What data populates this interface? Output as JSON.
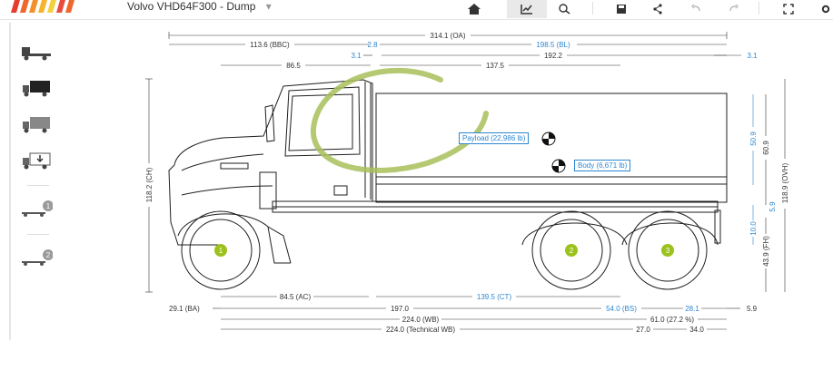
{
  "app": {
    "title": "Volvo VHD64F300 - Dump",
    "title_dropdown": "▾"
  },
  "toolbar": {
    "home_icon": "home-icon",
    "chart_icon": "chart-icon",
    "zoom_icon": "zoom-icon",
    "save_icon": "save-icon",
    "share_icon": "share-icon",
    "undo_icon": "undo-icon",
    "redo_icon": "redo-icon",
    "fullscreen_icon": "fullscreen-icon",
    "settings_icon": "gear-icon"
  },
  "sidebar": {
    "items": [
      {
        "name": "chassis",
        "icon": "chassis-icon"
      },
      {
        "name": "dump-body",
        "icon": "dump-truck-icon"
      },
      {
        "name": "van",
        "icon": "van-truck-icon"
      },
      {
        "name": "download",
        "icon": "download-truck-icon"
      },
      {
        "name": "axle-1",
        "icon": "axle-icon",
        "badge": "1"
      },
      {
        "name": "axle-2",
        "icon": "axle-icon",
        "badge": "2"
      }
    ]
  },
  "dimensions": {
    "oa": "314.1 (OA)",
    "bbc": "113.6 (BBC)",
    "gap1": "2.8",
    "bl": "198.5 (BL)",
    "g31a": "3.1",
    "g1922": "192.2",
    "g31b": "3.1",
    "d865": "86.5",
    "d1375": "137.5",
    "ch": "118.2 (CH)",
    "ac": "84.5 (AC)",
    "ct": "139.5 (CT)",
    "ba": "29.1 (BA)",
    "d1970": "197.0",
    "bs": "54.0 (BS)",
    "d281": "28.1",
    "d59": "5.9",
    "wb": "224.0 (WB)",
    "d61": "61.0 (27.2 %)",
    "twb": "224.0 (Technical WB)",
    "d270": "27.0",
    "d340": "34.0",
    "d509": "50.9",
    "d609": "60.9",
    "ovh": "118.9 (OVH)",
    "d59v": "5.9",
    "d100": "10.0",
    "fh": "43.9 (FH)"
  },
  "callouts": {
    "payload": "Payload (22,986 lb)",
    "body": "Body (6,671 lb)"
  },
  "axles": [
    "1",
    "2",
    "3"
  ],
  "colors": {
    "accent_blue": "#2d87d1",
    "axle_green": "#9bc21d",
    "annotation_green": "#a8c05a"
  }
}
